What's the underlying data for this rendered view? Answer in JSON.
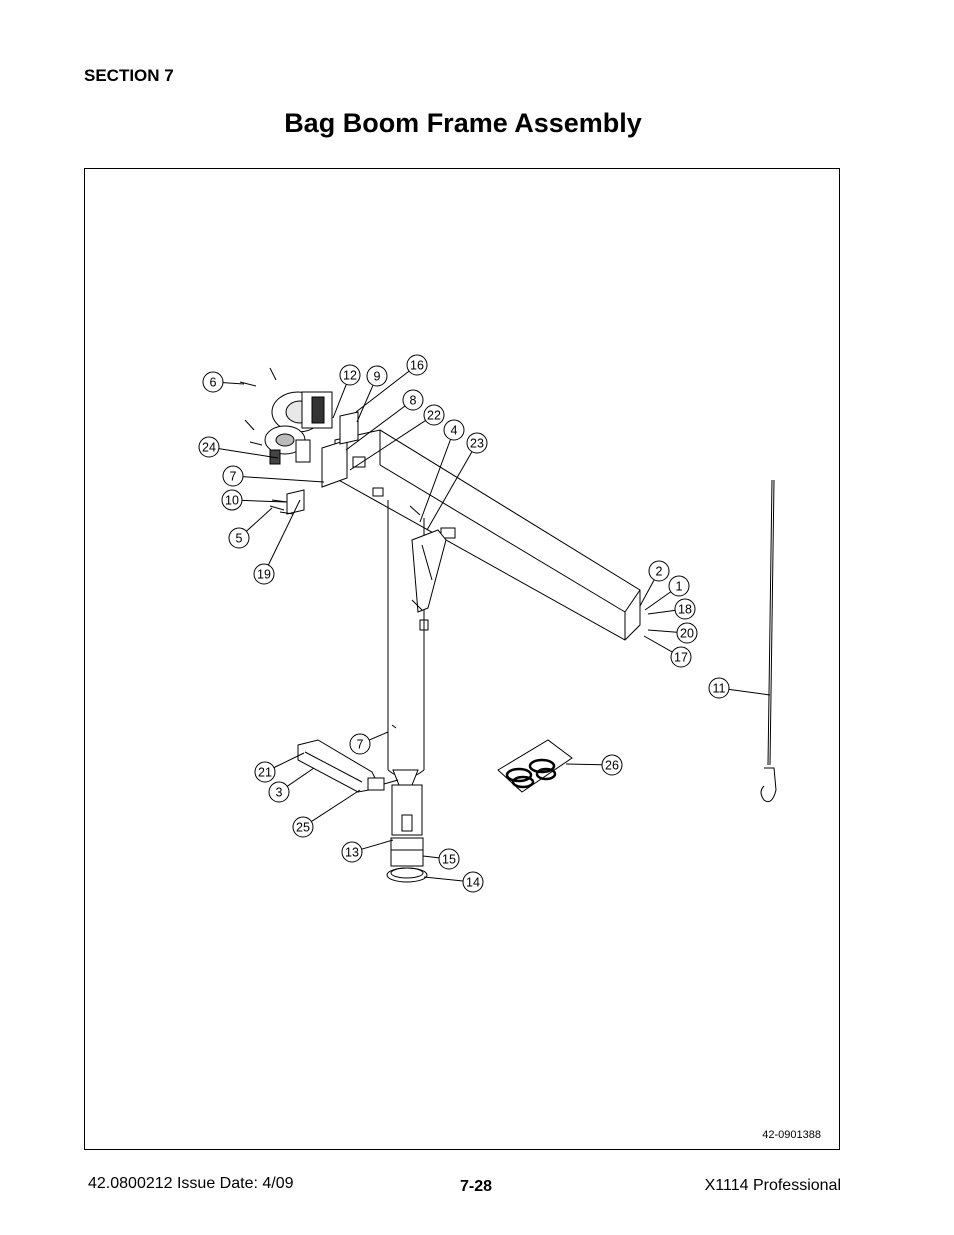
{
  "header": {
    "section": "SECTION 7",
    "title": "Bag Boom Frame Assembly"
  },
  "diagram": {
    "drawing_number": "42-0901388",
    "callouts": [
      "6",
      "12",
      "9",
      "16",
      "8",
      "22",
      "4",
      "23",
      "24",
      "7",
      "10",
      "5",
      "19",
      "2",
      "1",
      "18",
      "20",
      "17",
      "11",
      "7",
      "21",
      "3",
      "25",
      "13",
      "15",
      "14",
      "26"
    ]
  },
  "footer": {
    "doc_number": "42.0800212  Issue Date: 4/09",
    "page": "7-28",
    "product": "X1114 Professional"
  }
}
